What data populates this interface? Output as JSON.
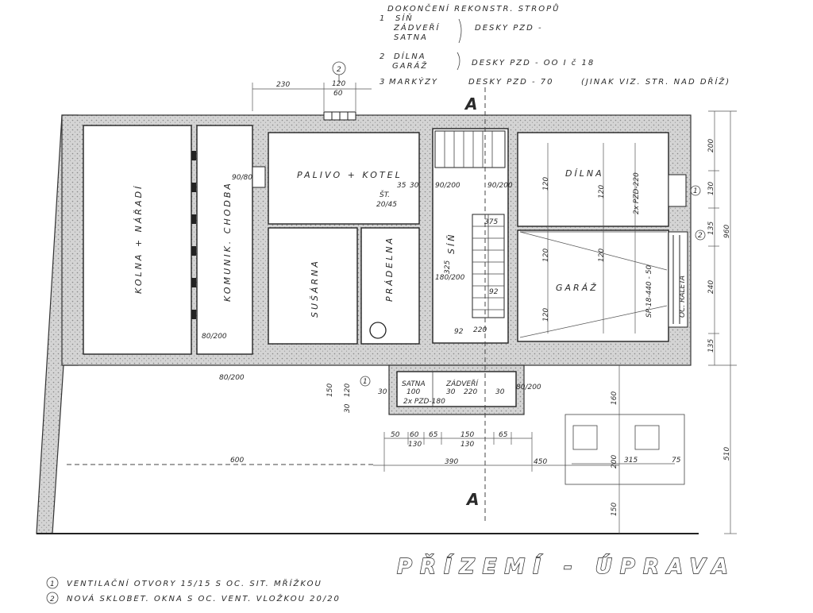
{
  "header_notes": {
    "line0": "DOKONČENÍ REKONSTR. STROPŮ",
    "line1_num": "1",
    "line1": "SÍŇ",
    "line1b": "ZÁDVEŘÍ",
    "line1c": "SATNA",
    "line1_spec": "DESKY PZD -",
    "line2_num": "2",
    "line2": "DÍLNA",
    "line2b": "GARÁŽ",
    "line2_spec": "DESKY PZD - OO I č 18",
    "line3_num": "3",
    "line3": "MARKÝZY",
    "line3_spec": "DESKY PZD - 70",
    "line3_note": "(JINAK VIZ. STR. NAD DŘÍŽ)"
  },
  "rooms": {
    "kolna": "KOLNA + NÁŘADÍ",
    "chodba": "KOMUNIK. CHODBA",
    "palivo": "PALIVO + KOTEL",
    "susarna": "SUŠÁRNA",
    "pradelna": "PRÁDELNA",
    "sin": "SÍŇ",
    "dilna": "DÍLNA",
    "garaz": "GARÁŽ",
    "satna": "SATNA",
    "zadveri": "ZÁDVEŘÍ"
  },
  "section_marker": "A",
  "window_marker": "2",
  "vent_marker": "1",
  "dimensions": {
    "top_230": "230",
    "top_120": "120",
    "top_60": "60",
    "d_90_80": "90/80",
    "d_35": "35",
    "d_30": "30",
    "d_90_200": "90/200",
    "sit": "ŠT.",
    "sit2": "20/45",
    "d_180_200": "180/200",
    "d_325": "325",
    "d_220": "220",
    "d_92": "92",
    "d_90_200_b": "90/200",
    "d_80_200": "80/200",
    "d_375": "375",
    "d_150": "150",
    "d_120": "120",
    "d_30b": "30",
    "d_100": "100",
    "d_60": "60",
    "d_80_200b": "80/200",
    "d_220b": "220",
    "pzd": "2x PZD-180",
    "b_50": "50",
    "b_60": "60",
    "b_65": "65",
    "b_150": "150",
    "b_65b": "65",
    "b_130": "130",
    "b_130b": "130",
    "b_390": "390",
    "b_450": "450",
    "b_600": "600",
    "r_200": "200",
    "r_130": "130",
    "r_135": "135",
    "r_240": "240",
    "r_135b": "135",
    "r_960": "960",
    "r_510": "510",
    "r_200b": "200",
    "r_450": "450",
    "b_315": "315",
    "b_75": "75",
    "h_160": "160",
    "h_150": "150",
    "h_200": "200",
    "g_vals": "120",
    "okno": "OC. RALETA",
    "pzd_v": "2x PZD-220",
    "pzd_v2": "SP-18-440 - 50"
  },
  "footnotes": {
    "n1": "1",
    "t1": "VENTILAČNÍ OTVORY 15/15 S OC. SIT. MŘÍŽKOU",
    "n2": "2",
    "t2": "NOVÁ SKLOBET. OKNA S OC. VENT. VLOŽKOU 20/20"
  },
  "title": "PŘÍZEMÍ - ÚPRAVA"
}
